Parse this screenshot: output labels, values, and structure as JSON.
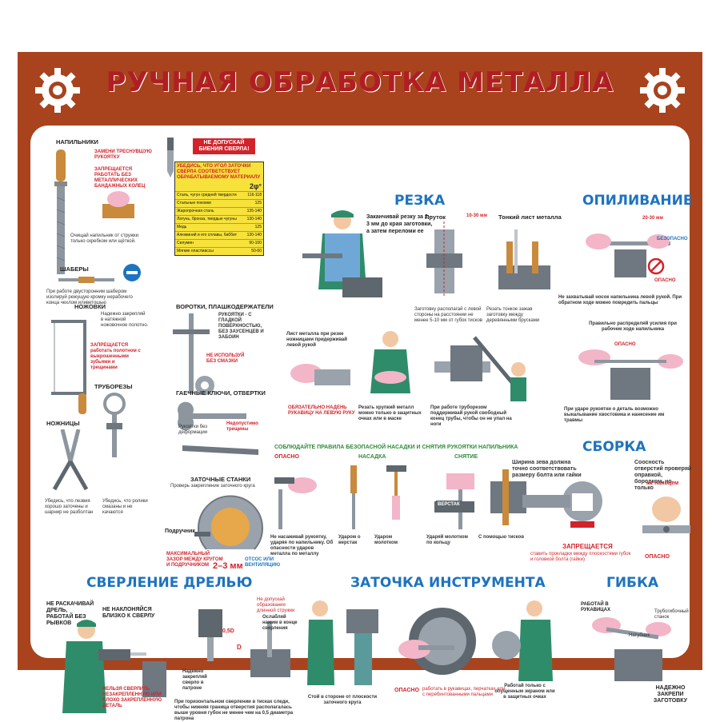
{
  "title": "РУЧНАЯ ОБРАБОТКА МЕТАЛЛА",
  "sections": {
    "rezka": "РЕЗКА",
    "opilivanie": "ОПИЛИВАНИЕ",
    "sborka": "СБОРКА",
    "sverlenie": "СВЕРЛЕНИЕ ДРЕЛЬЮ",
    "zatochka": "ЗАТОЧКА ИНСТРУМЕНТА",
    "gibka": "ГИБКА"
  },
  "left": {
    "napilniki": "НАПИЛЬНИКИ",
    "zamenit": "ЗАМЕНИ ТРЕСНУВШУЮ РУКОЯТКУ",
    "zapreshaetsya_rabotat": "ЗАПРЕЩАЕТСЯ РАБОТАТЬ БЕЗ МЕТАЛЛИЧЕСКИХ БАНДАЖНЫХ КОЛЕЦ",
    "ochistka": "Очищай напильник от стружки только скребком или щёткой.",
    "shabery": "ШАБЕРЫ",
    "shabery_text": "При работе двусторонним шабером изолируй режущую кромку нерабочего конца чехлом иливетошью",
    "nozhovki": "НОЖОВКИ",
    "nozhovki_text": "Надежно закрепляй в натяжной ножовочное полотно.",
    "zapr_polotno": "ЗАПРЕЩАЕТСЯ работать полотном с выкрошенными зубьями и трещинами",
    "truborezy": "ТРУБОРЕЗЫ",
    "nozhnicy": "НОЖНИЦЫ",
    "nozhnicy_text": "Убедись, что лезвия хорошо заточены и шарнир не разболтан",
    "truborezy_text": "Убедись, что ролики смазаны и не качаются"
  },
  "middle": {
    "ne_dopuskai": "НЕ ДОПУСКАЙ БИЕНИЯ СВЕРЛА!",
    "ugol_title": "УБЕДИСЬ, ЧТО УГОЛ ЗАТОЧКИ СВЕРЛА СООТВЕТСТВУЕТ ОБРАБАТЫВАЕМОМУ МАТЕРИАЛУ",
    "angle": "2φ°",
    "table": [
      {
        "mat": "Сталь, чугун средней твердости",
        "val": "116-118"
      },
      {
        "mat": "Стальные поковки",
        "val": "125"
      },
      {
        "mat": "Жаропрочная сталь",
        "val": "135-140"
      },
      {
        "mat": "Латунь, бронза, твердые чугуны",
        "val": "130-140"
      },
      {
        "mat": "Медь",
        "val": "125"
      },
      {
        "mat": "Алюминий и его сплавы, баббит",
        "val": "130-140"
      },
      {
        "mat": "Силумин",
        "val": "90-100"
      },
      {
        "mat": "Мягкие пластмассы",
        "val": "50-60"
      }
    ],
    "vorotki": "ВОРОТКИ, ПЛАШКОДЕРЖАТЕЛИ",
    "rukoyatki": "РУКОЯТКИ - С ГЛАДКОЙ ПОВЕРХНОСТЬЮ, БЕЗ ЗАУСЕНЦЕВ И ЗАБОИН",
    "ne_ispolzui": "НЕ ИСПОЛЬЗУЙ БЕЗ СМАЗКИ",
    "gaechnye": "ГАЕЧНЫЕ КЛЮЧИ, ОТВЕРТКИ",
    "razbity": "Рукоятки без деформации",
    "nedopustimo": "Недопустимо трещины",
    "zatochnye": "ЗАТОЧНЫЕ СТАНКИ",
    "zatochnye_text": "Проверь закрепление заточного круга",
    "podruchnik": "Подручник",
    "zazor_title": "МАКСИМАЛЬНЫЙ ЗАЗОР МЕЖДУ КРУГОМ И ПОДРУЧНИКОМ",
    "zazor_value": "2–3 мм",
    "ventilyaciya": "ОТСОС ИЛИ ВЕНТИЛЯЦИЮ"
  },
  "rezka": {
    "zakanchivai": "Заканчивай резку за 2 - 3 мм до края заготовки, а затем переломи ее",
    "prutok": "Пруток",
    "prutok_size": "10-30 мм",
    "tonkii_list": "Тонкий лист металла",
    "prutok_text": "Заготовку располагай с левой стороны на расстоянии не менее 5-10 мм от губок тисков",
    "list_text": "Резать тонкое зажав заготовку между деревянными брусками",
    "list_metalla": "Лист металла при резке ножницами придерживай левой рукой",
    "obyazatelno": "ОБЯЗАТЕЛЬНО НАДЕНЬ РУКАВИЦУ НА ЛЕВУЮ РУКУ",
    "rezat_hrupkii": "Резать хрупкий металл можно только в защитных очках или в маске",
    "trubo": "При работе труборезом поддерживай рукой свободный конец трубы, чтобы он не упал на ноги"
  },
  "opilivanie": {
    "size": "20-30 мм",
    "bezopasno": "БЕЗОПАСНО",
    "opasno": "ОПАСНО",
    "ne_zahvatyvai": "Не захватывай носок напильника левой рукой. При обратном ходе можно повредить пальцы",
    "pravilno": "Правильно распределяй усилия при рабочем ходе напильника",
    "opasno2": "ОПАСНО",
    "pri_udare": "При ударе рукоятки о деталь возможно выкалывание хвостовика и нанесение им травмы"
  },
  "napilnik": {
    "header": "СОБЛЮДАЙТЕ ПРАВИЛА БЕЗОПАСНОЙ НАСАДКИ И СНЯТИЯ РУКОЯТКИ НАПИЛЬНИКА",
    "opasno": "ОПАСНО",
    "nasadka": "НАСАДКА",
    "snyatie": "СНЯТИЕ",
    "verstak": "ВЕРСТАК",
    "c1": "Не насаживай рукоятку, ударяя по напильнику. Об опасности ударов металла по металлу",
    "c2": "Ударом о верстак",
    "c3": "Ударом молотком",
    "c4": "Ударяй молотком по кольцу",
    "c5": "С помощью тисков"
  },
  "sborka": {
    "shirina": "Ширина зева должна точно соответствовать размеру болта или гайки",
    "zapreshaetsya": "ЗАПРЕЩАЕТСЯ",
    "stavit": "ставить прокладки между плоскостями губок и головкой болта (гайки)",
    "soosnost": "Соосность отверстий проверяй оправкой, бородком, но только",
    "ne_palcem": "не пальцем",
    "opasno": "ОПАСНО"
  },
  "sverlenie": {
    "ne_raskachivai": "НЕ РАСКАЧИВАЙ ДРЕЛЬ, РАБОТАЙ БЕЗ РЫВКОВ",
    "ne_naklonyaisya": "НЕ НАКЛОНЯЙСЯ БЛИЗКО К СВЕРЛУ",
    "nelzya": "НЕЛЬЗЯ СВЕРЛИТЬ НЕЗАКРЕПЛЕННУЮ ИЛИ ПЛОХО ЗАКРЕПЛЕННУЮ ДЕТАЛЬ",
    "nadezhno": "Надежно закрепляй сверло в патроне",
    "d_label": "D",
    "d05": "0,5D",
    "ne_dopuskai_obr": "Не допускай образования длинной стружки",
    "oslablyai": "Ослабляй нажим в конце сверления",
    "pri_gorizont": "При горизонтальном сверлении в тисках следи, чтобы нижняя граница отверстия располагалась выше уровня губок не менее чем на 0,5 диаметра патрона"
  },
  "zatochka": {
    "stoi": "Стой в стороне от плоскости заточного круга",
    "opasno": "ОПАСНО",
    "opasno_text": "работать в рукавицах, перчатках или с перебинтованными пальцами",
    "rabotai": "Работай только с опущенным экраном или в защитных очках"
  },
  "gibka": {
    "rabotai": "РАБОТАЙ В РУКАВИЦАХ",
    "trubogib": "Трубогибочный станок",
    "natubok": "Натубник",
    "nadezhno": "НАДЕЖНО ЗАКРЕПИ ЗАГОТОВКУ"
  },
  "colors": {
    "frame": "#a8431e",
    "title_red": "#b01e23",
    "section_blue": "#1e73be",
    "warning_red": "#d2232a",
    "skin": "#f3b5c8",
    "metal": "#9aa3ac"
  }
}
